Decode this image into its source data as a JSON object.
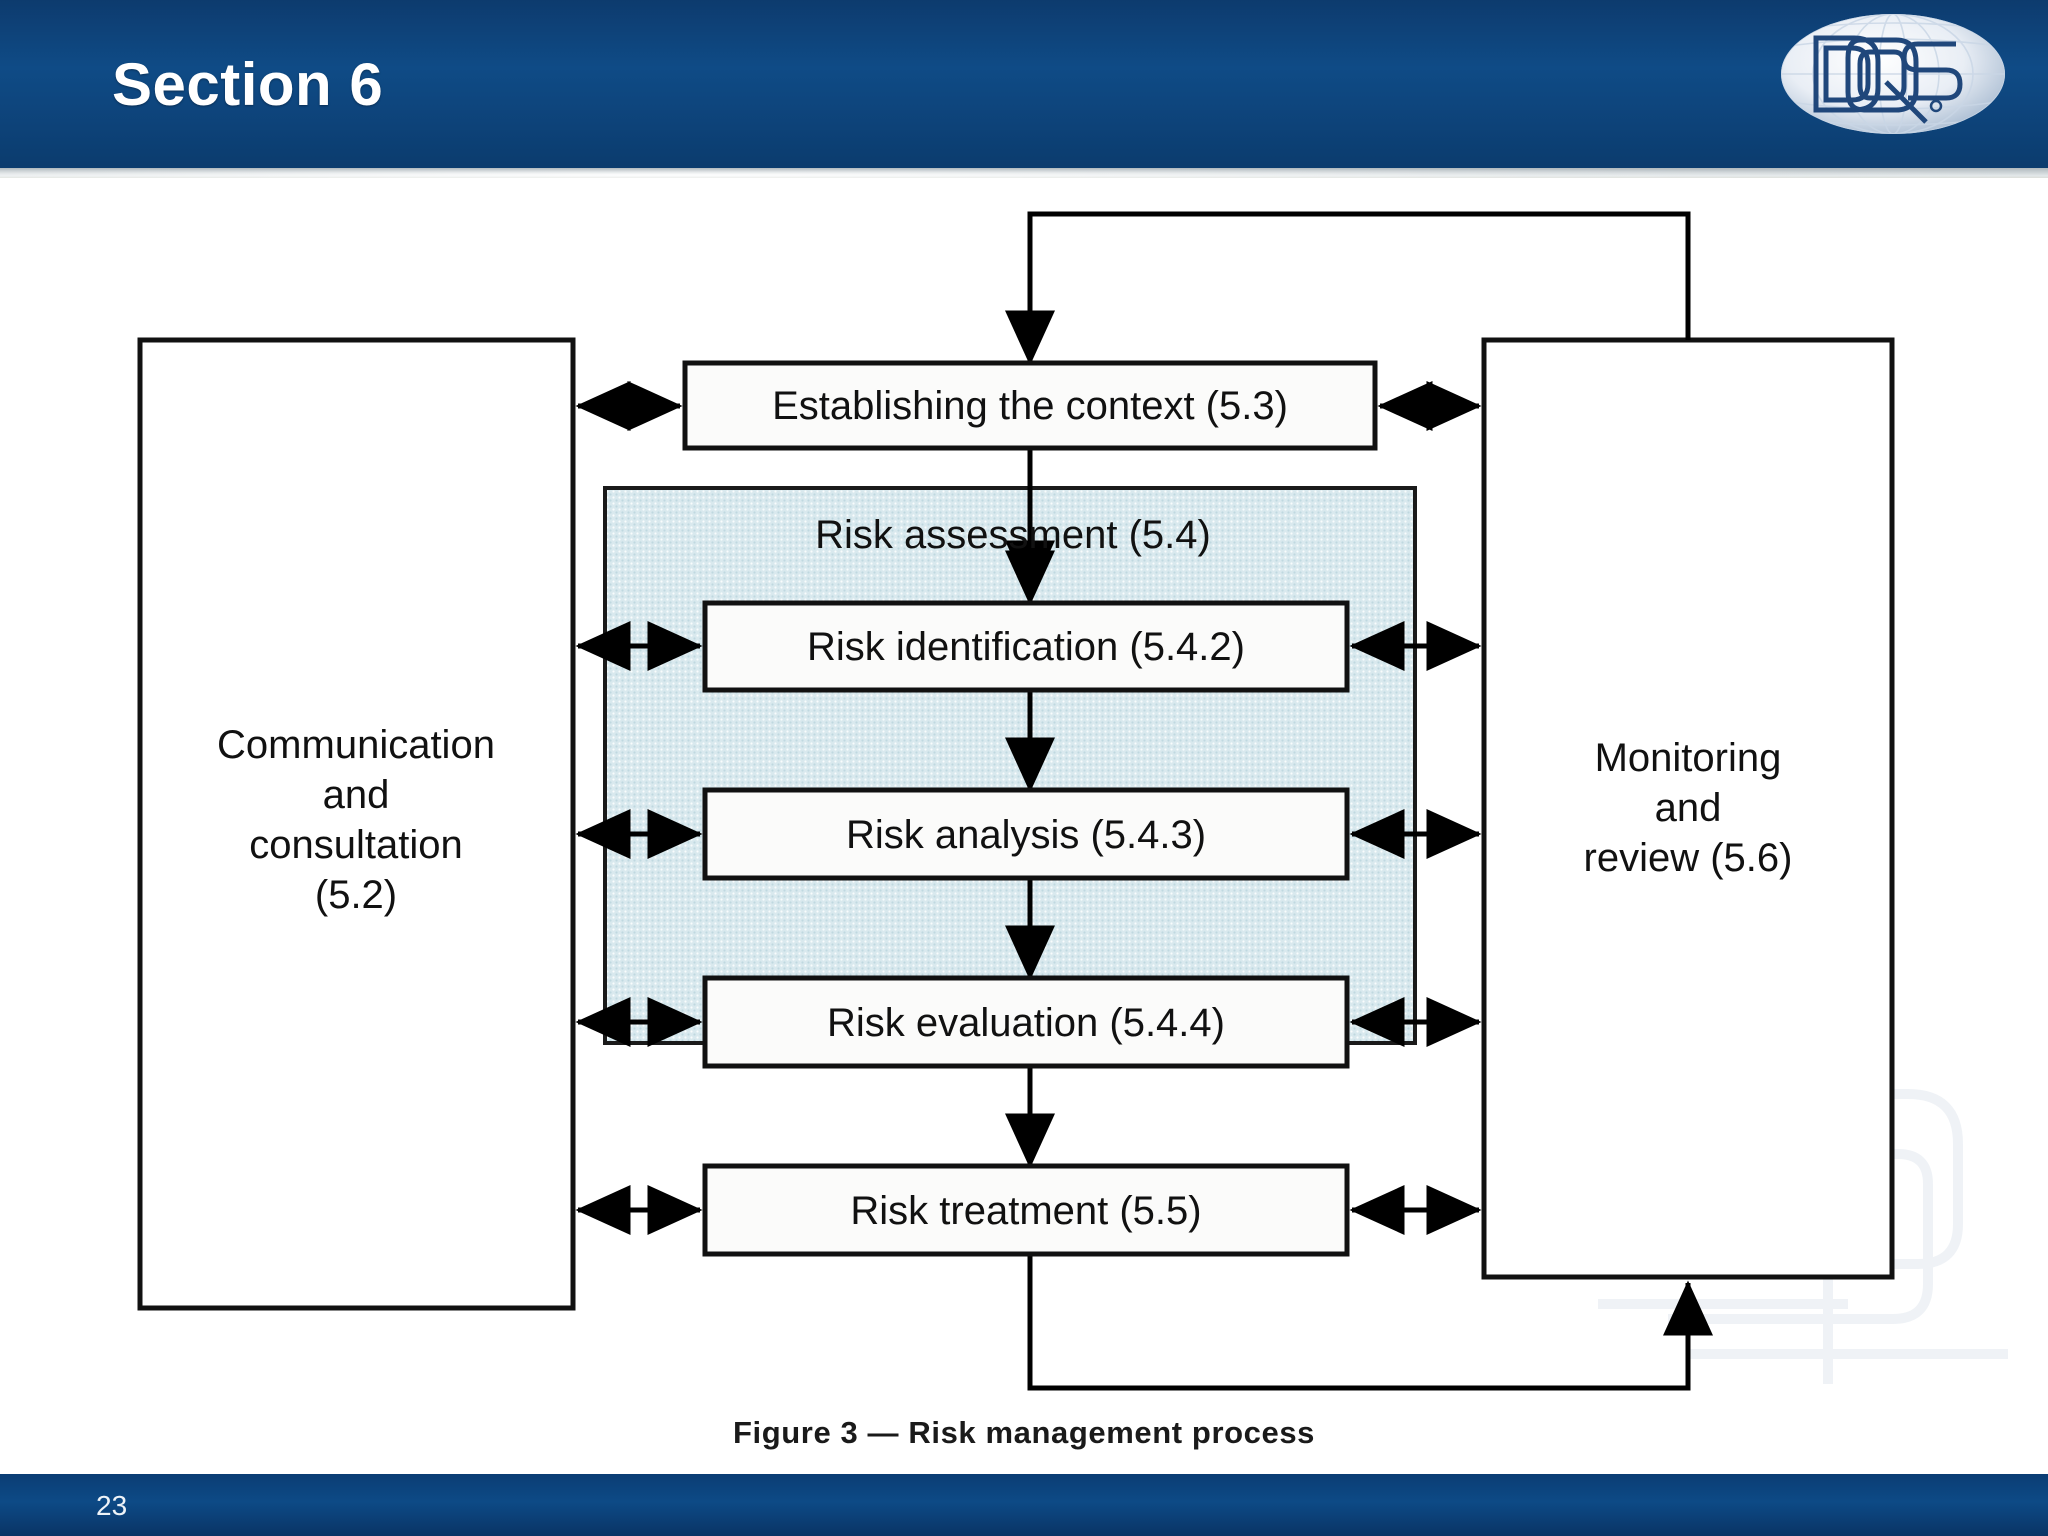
{
  "header": {
    "title": "Section 6",
    "logo_alt": "dqs-globe-logo",
    "bg_color": "#0f4b86"
  },
  "footer": {
    "page_number": "23",
    "bg_color": "#0b3d74"
  },
  "figure": {
    "caption": "Figure 3 — Risk management process",
    "assessment_fill": "#d4e6ec",
    "line_color": "#000000",
    "boxes": {
      "communication": "Communication\nand\nconsultation\n(5.2)",
      "communication_lines": [
        "Communication",
        "and",
        "consultation",
        "(5.2)"
      ],
      "monitoring_lines": [
        "Monitoring",
        "and",
        "review (5.6)"
      ],
      "establishing_context": "Establishing the context (5.3)",
      "risk_assessment": "Risk assessment (5.4)",
      "risk_identification": "Risk identification (5.4.2)",
      "risk_analysis": "Risk analysis (5.4.3)",
      "risk_evaluation": "Risk evaluation (5.4.4)",
      "risk_treatment": "Risk treatment (5.5)"
    }
  }
}
